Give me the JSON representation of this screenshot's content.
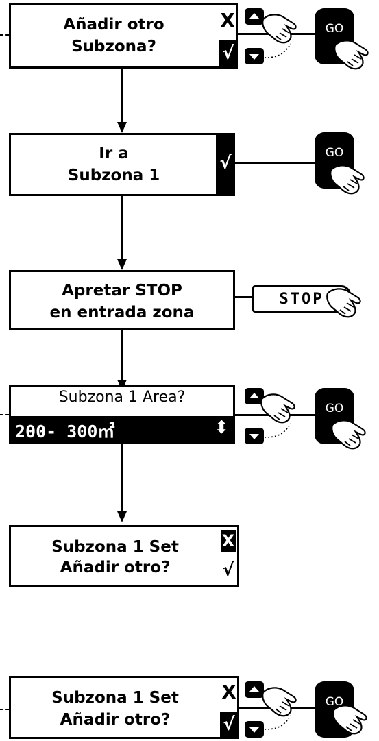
{
  "steps": [
    {
      "line1": "Añadir otro",
      "line2": "Subzona?",
      "x": "X",
      "check": "√"
    },
    {
      "line1": "Ir a",
      "line2": "Subzona 1",
      "check": "√"
    },
    {
      "line1": "Apretar STOP",
      "line2": "en entrada zona"
    },
    {
      "title": "Subzona 1 Area?",
      "value": "200- 300㎡",
      "updown": "⬍"
    },
    {
      "line1": "Subzona 1 Set",
      "line2": "Añadir otro?",
      "x": "X",
      "check": "√"
    },
    {
      "line1": "Subzona 1 Set",
      "line2": "Añadir otro?",
      "x": "X",
      "check": "√"
    }
  ],
  "buttons": {
    "go": "GO",
    "stop": "STOP"
  },
  "icons": [
    "up-arrow-button-icon",
    "down-arrow-button-icon",
    "pointing-hand-icon",
    "go-button-icon",
    "stop-button-icon"
  ]
}
